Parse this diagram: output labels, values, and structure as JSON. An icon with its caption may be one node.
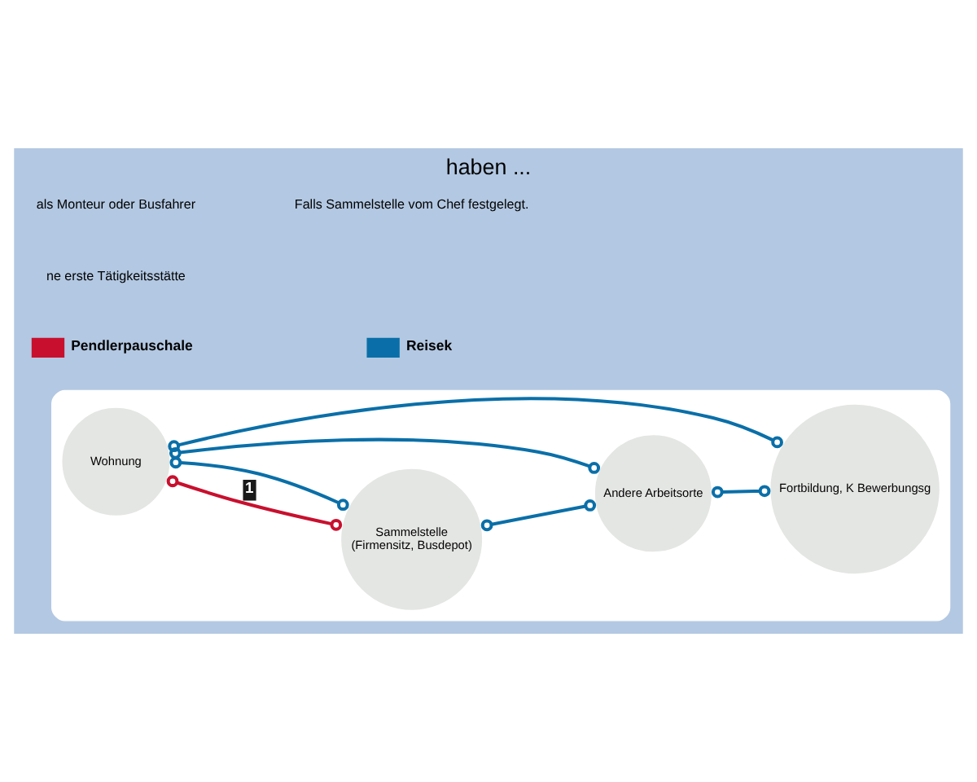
{
  "diagram": {
    "title": "haben ...",
    "nodes": [
      {
        "text": [],
        "shape": "box"
      },
      {
        "text": [
          "Wohnung"
        ],
        "in": 0
      },
      {
        "text": [
          "Sammelstelle",
          "(Firmensitz, Busdepot)"
        ],
        "in": 0
      },
      {
        "text": [
          "Andere Arbeitsorte"
        ],
        "in": 0
      },
      {
        "text": [
          "Fortbildung, K Bewerbungsg"
        ],
        "in": 0
      }
    ],
    "edges": [
      {
        "from": 1,
        "to": 2,
        "arrow": "other",
        "label": "1",
        "color": "#c8102e"
      },
      {
        "from": 2,
        "to": 3,
        "arrow": "other"
      },
      {
        "from": 3,
        "to": 4,
        "arrow": "other"
      },
      {
        "from": 1,
        "to": 2,
        "arrow": "other"
      },
      {
        "from": 1,
        "to": 3,
        "arrow": "other"
      },
      {
        "from": 1,
        "to": 4,
        "arrow": "other"
      }
    ],
    "labels": [
      "ne erste Tätigkeitsstätte",
      "als Monteur oder Busfahrer",
      "Falls Sammelstelle vom Chef festgelegt."
    ],
    "legend": [
      {
        "text": "Pendlerpauschale"
      },
      {
        "text": "Reisek"
      }
    ]
  }
}
